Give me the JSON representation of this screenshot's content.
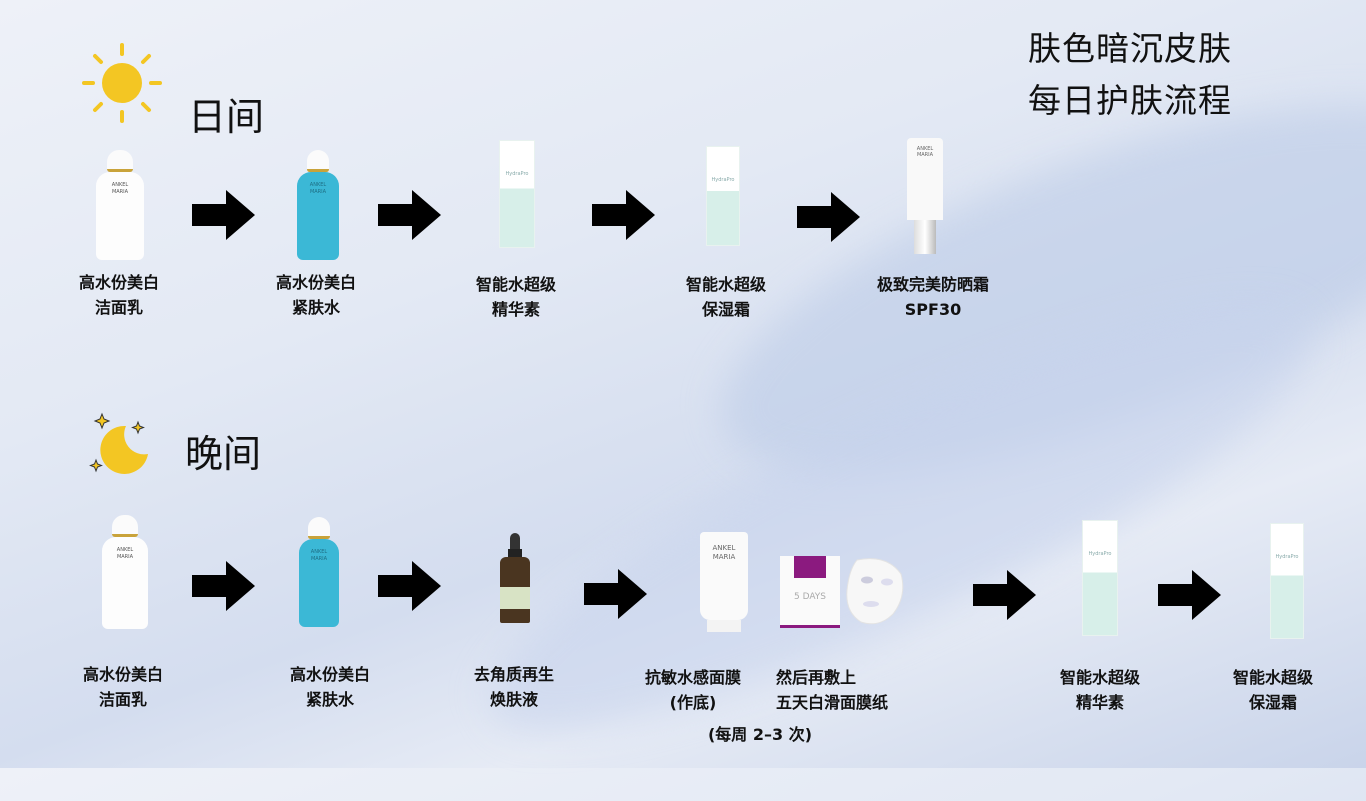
{
  "title": {
    "line1": "肤色暗沉皮肤",
    "line2": "每日护肤流程"
  },
  "day": {
    "heading": "日间",
    "icon": "sun-icon",
    "steps": [
      {
        "line1": "高水份美白",
        "line2": "洁面乳"
      },
      {
        "line1": "高水份美白",
        "line2": "紧肤水"
      },
      {
        "line1": "智能水超级",
        "line2": "精华素"
      },
      {
        "line1": "智能水超级",
        "line2": "保湿霜"
      },
      {
        "line1": "极致完美防晒霜",
        "line2": "SPF30"
      }
    ]
  },
  "night": {
    "heading": "晚间",
    "icon": "moon-icon",
    "steps": [
      {
        "line1": "高水份美白",
        "line2": "洁面乳"
      },
      {
        "line1": "高水份美白",
        "line2": "紧肤水"
      },
      {
        "line1": "去角质再生",
        "line2": "焕肤液"
      },
      {
        "line1": "抗敏水感面膜",
        "line2": "(作底)"
      },
      {
        "line1": "然后再敷上",
        "line2": "五天白滑面膜纸"
      },
      {
        "line1": "智能水超级",
        "line2": "精华素"
      },
      {
        "line1": "智能水超级",
        "line2": "保湿霜"
      }
    ],
    "frequency": "(每周 2–3 次)"
  },
  "brand": {
    "name1": "ANKEL",
    "name2": "MARIA",
    "mask_box": "5 DAYS"
  },
  "colors": {
    "sun": "#f3c623",
    "toner": "#3bb8d6",
    "mask_box": "#8b1a7f",
    "serum": "#d7efe9"
  }
}
